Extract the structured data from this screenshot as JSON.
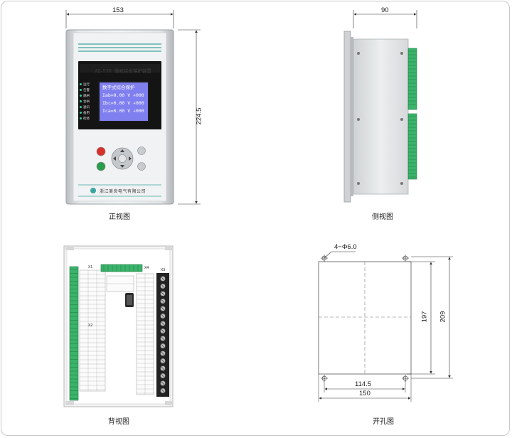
{
  "front_view": {
    "caption": "正视图",
    "width_dim": "153",
    "height_dim": "224.5",
    "model": "AL-530",
    "device_name": "微机综合保护装置",
    "company": "浙江美良电气有限公司",
    "screen_lines": [
      "数字式综合保护",
      "Iab=0.00 V ∠000",
      "Ibc=0.00 V ∠000",
      "Ica=0.00 V ∠000"
    ],
    "leds": [
      "运行",
      "告警",
      "跳闸",
      "合闸",
      "通讯",
      "备用",
      "检修"
    ]
  },
  "side_view": {
    "caption": "侧视图",
    "depth_dim": "90"
  },
  "rear_view": {
    "caption": "背视图",
    "terminal_labels": [
      "X1",
      "X2",
      "X3",
      "X4"
    ]
  },
  "cutout_view": {
    "caption": "开孔图",
    "hole_label": "4−Φ6.0",
    "inner_height": "197",
    "outer_height": "209",
    "hole_spacing": "114.5",
    "outer_width": "150"
  },
  "colors": {
    "panel": "#d9dcde",
    "screen": "#7f7ff0",
    "terminal_green": "#3bb36b",
    "terminal_black": "#222222",
    "accent_teal": "#3aa6a0"
  }
}
